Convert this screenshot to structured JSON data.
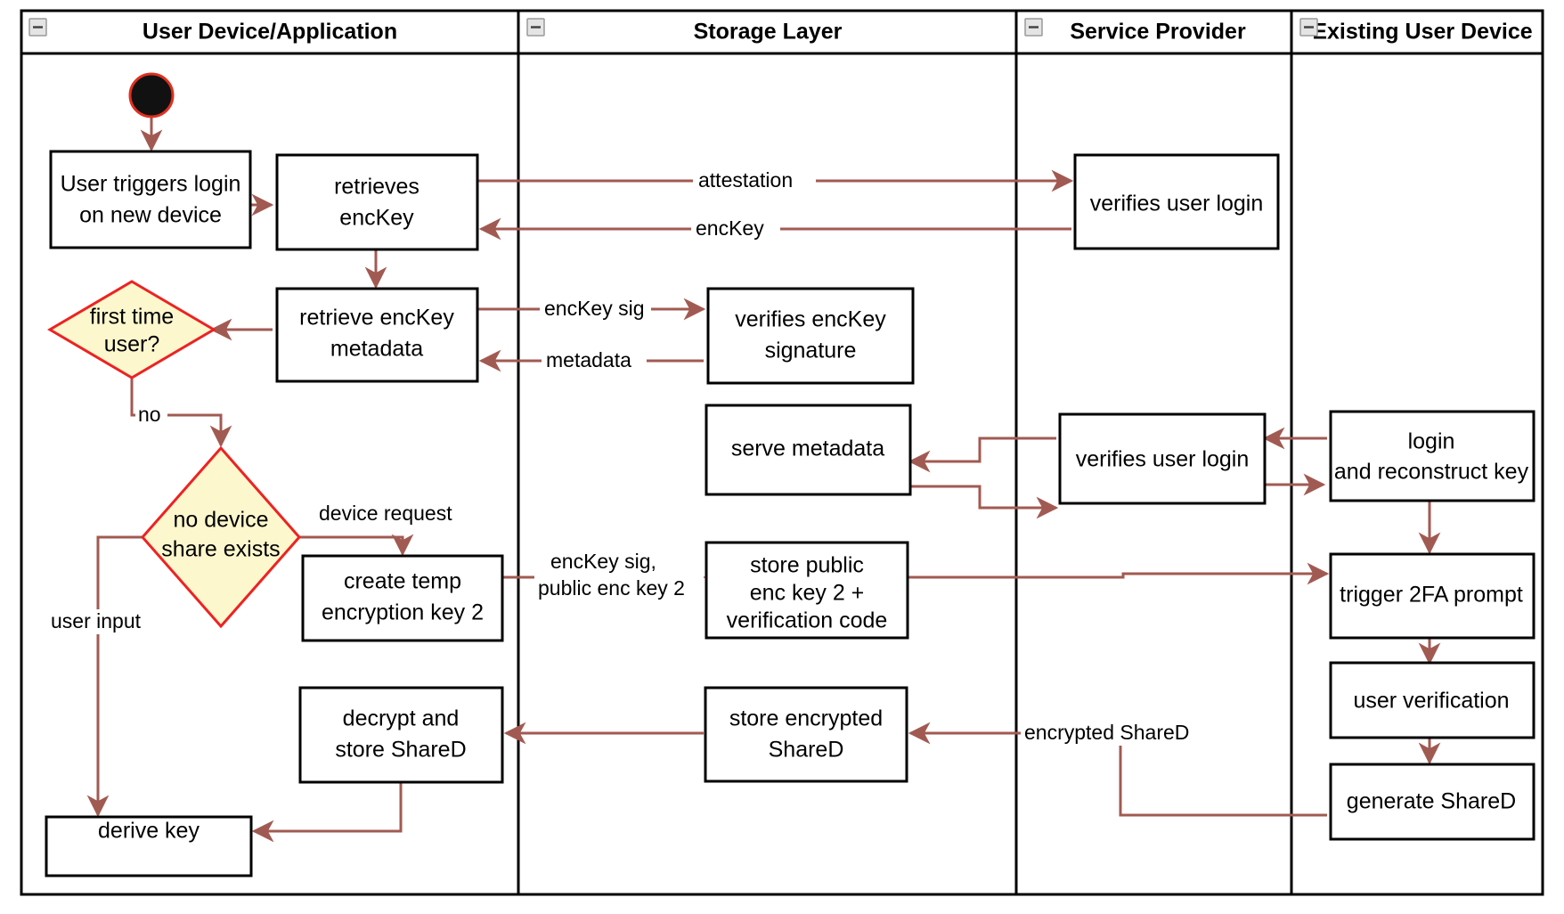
{
  "diagram": {
    "title": "Key Recovery / Device Login Activity Diagram",
    "type": "uml-activity-swimlane",
    "colors": {
      "flow_arrow": "#a15a52",
      "decision_fill": "#fcf7cd",
      "decision_stroke": "#ee2222",
      "node_stroke": "#000000",
      "node_fill": "#ffffff",
      "start_fill": "#111111",
      "start_stroke": "#e03020"
    },
    "lanes": [
      {
        "id": "lane-user-device",
        "label": "User Device/Application",
        "collapse_icon": "minus-icon"
      },
      {
        "id": "lane-storage",
        "label": "Storage Layer",
        "collapse_icon": "minus-icon"
      },
      {
        "id": "lane-service-provider",
        "label": "Service Provider",
        "collapse_icon": "minus-icon"
      },
      {
        "id": "lane-existing-device",
        "label": "Existing User Device",
        "collapse_icon": "minus-icon"
      }
    ],
    "nodes": [
      {
        "id": "start",
        "lane": "lane-user-device",
        "shape": "initial",
        "label": ""
      },
      {
        "id": "user-triggers-login",
        "lane": "lane-user-device",
        "shape": "action",
        "label": [
          "User triggers login",
          "on new device"
        ]
      },
      {
        "id": "retrieves-enckey",
        "lane": "lane-user-device",
        "shape": "action",
        "label": [
          "retrieves",
          "encKey"
        ]
      },
      {
        "id": "retrieve-enckey-metadata",
        "lane": "lane-user-device",
        "shape": "action",
        "label": [
          "retrieve encKey",
          "metadata"
        ]
      },
      {
        "id": "first-time-user",
        "lane": "lane-user-device",
        "shape": "decision",
        "label": [
          "first time",
          "user?"
        ]
      },
      {
        "id": "no-device-share-exists",
        "lane": "lane-user-device",
        "shape": "decision",
        "label": [
          "no device",
          "share exists"
        ]
      },
      {
        "id": "create-temp-encryption-key-2",
        "lane": "lane-user-device",
        "shape": "action",
        "label": [
          "create temp",
          "encryption key 2"
        ]
      },
      {
        "id": "decrypt-and-store-shared",
        "lane": "lane-user-device",
        "shape": "action",
        "label": [
          "decrypt and",
          "store ShareD"
        ]
      },
      {
        "id": "derive-key",
        "lane": "lane-user-device",
        "shape": "action",
        "label": [
          "derive key"
        ]
      },
      {
        "id": "verifies-enckey-signature",
        "lane": "lane-storage",
        "shape": "action",
        "label": [
          "verifies encKey",
          "signature"
        ]
      },
      {
        "id": "serve-metadata",
        "lane": "lane-storage",
        "shape": "action",
        "label": [
          "serve metadata"
        ]
      },
      {
        "id": "store-public-enc-key-2",
        "lane": "lane-storage",
        "shape": "action",
        "label": [
          "store public",
          "enc key 2 +",
          "verification code"
        ]
      },
      {
        "id": "store-encrypted-shared",
        "lane": "lane-storage",
        "shape": "action",
        "label": [
          "store encrypted",
          "ShareD"
        ]
      },
      {
        "id": "verifies-user-login-1",
        "lane": "lane-service-provider",
        "shape": "action",
        "label": [
          "verifies user login"
        ]
      },
      {
        "id": "verifies-user-login-2",
        "lane": "lane-service-provider",
        "shape": "action",
        "label": [
          "verifies user login"
        ]
      },
      {
        "id": "login-and-reconstruct-key",
        "lane": "lane-existing-device",
        "shape": "action",
        "label": [
          "login",
          "and reconstruct key"
        ]
      },
      {
        "id": "trigger-2fa-prompt",
        "lane": "lane-existing-device",
        "shape": "action",
        "label": [
          "trigger 2FA prompt"
        ]
      },
      {
        "id": "user-verification",
        "lane": "lane-existing-device",
        "shape": "action",
        "label": [
          "user verification"
        ]
      },
      {
        "id": "generate-shared",
        "lane": "lane-existing-device",
        "shape": "action",
        "label": [
          "generate ShareD"
        ]
      }
    ],
    "edge_labels": [
      {
        "id": "attestation",
        "text": "attestation"
      },
      {
        "id": "enckey",
        "text": "encKey"
      },
      {
        "id": "enckey-sig",
        "text": "encKey sig"
      },
      {
        "id": "metadata",
        "text": "metadata"
      },
      {
        "id": "no",
        "text": "no"
      },
      {
        "id": "device-request",
        "text": "device request"
      },
      {
        "id": "user-input",
        "text": "user input"
      },
      {
        "id": "enckey-sig-public-enc-key-2-line1",
        "text": "encKey sig,"
      },
      {
        "id": "enckey-sig-public-enc-key-2-line2",
        "text": "public enc key 2"
      },
      {
        "id": "encrypted-shared",
        "text": "encrypted ShareD"
      }
    ]
  }
}
